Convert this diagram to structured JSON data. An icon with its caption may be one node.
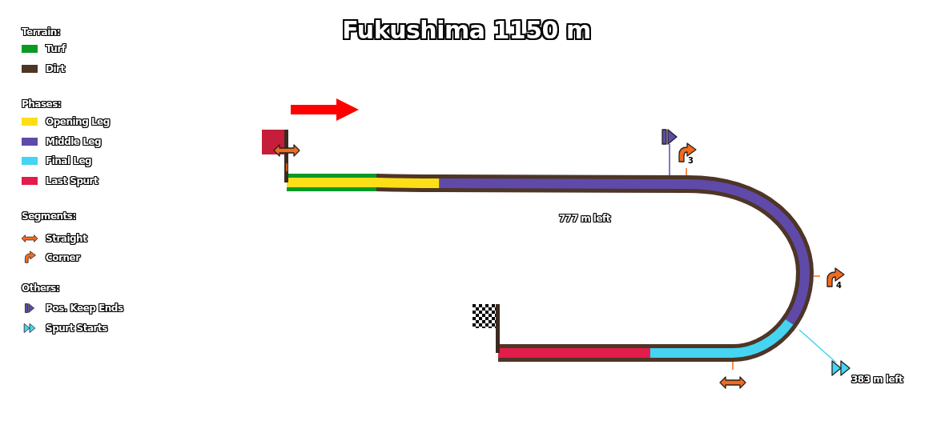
{
  "diagram": {
    "title": "Fukushima 1150 m",
    "labels": [
      "Terrain:",
      "Phases:",
      "Segments:",
      "Others:",
      "3",
      "777 m left",
      "4",
      "383 m left"
    ],
    "legend": [
      {
        "text": "Turf",
        "color": "#0a9a25"
      },
      {
        "text": "Dirt",
        "color": "#4e3526"
      },
      {
        "text": "Opening Leg",
        "color": "#fddf18"
      },
      {
        "text": "Middle Leg",
        "color": "#5f4aaa"
      },
      {
        "text": "Final Leg",
        "color": "#45d4f2"
      },
      {
        "text": "Last Spurt",
        "color": "#e31c4c"
      },
      {
        "text": "Straight"
      },
      {
        "text": "Corner"
      },
      {
        "text": "Pos. Keep Ends"
      },
      {
        "text": "Spurt Starts"
      }
    ]
  }
}
